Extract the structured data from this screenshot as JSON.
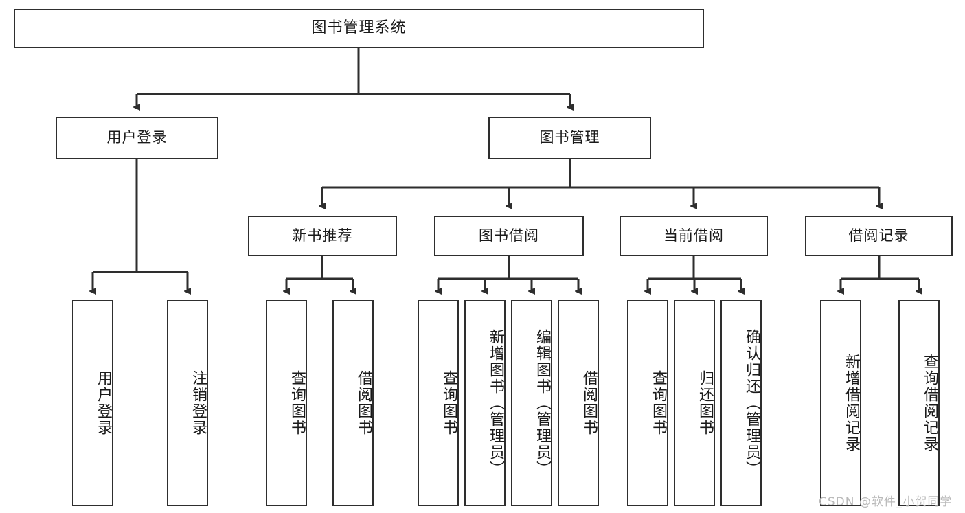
{
  "diagram": {
    "title": "图书管理系统",
    "type": "tree-hierarchy",
    "root": {
      "label": "图书管理系统"
    },
    "level2": [
      {
        "label": "用户登录"
      },
      {
        "label": "图书管理"
      }
    ],
    "level3": [
      {
        "label": "新书推荐"
      },
      {
        "label": "图书借阅"
      },
      {
        "label": "当前借阅"
      },
      {
        "label": "借阅记录"
      }
    ],
    "leaves": {
      "user_login": [
        {
          "label": "用户登录"
        },
        {
          "label": "注销登录"
        }
      ],
      "new_book_recommend": [
        {
          "label": "查询图书"
        },
        {
          "label": "借阅图书"
        }
      ],
      "book_borrow": [
        {
          "label": "查询图书"
        },
        {
          "label": "新增图书（管理员）"
        },
        {
          "label": "编辑图书（管理员）"
        },
        {
          "label": "借阅图书"
        }
      ],
      "current_borrow": [
        {
          "label": "查询图书"
        },
        {
          "label": "归还图书"
        },
        {
          "label": "确认归还（管理员）"
        }
      ],
      "borrow_record": [
        {
          "label": "新增借阅记录"
        },
        {
          "label": "查询借阅记录"
        }
      ]
    }
  },
  "watermark": {
    "text": "CSDN @软件_小贺同学"
  },
  "colors": {
    "stroke": "#2e2e2e",
    "fill": "#ffffff",
    "text": "#1a1a1a",
    "watermark": "#b9b9b9"
  }
}
